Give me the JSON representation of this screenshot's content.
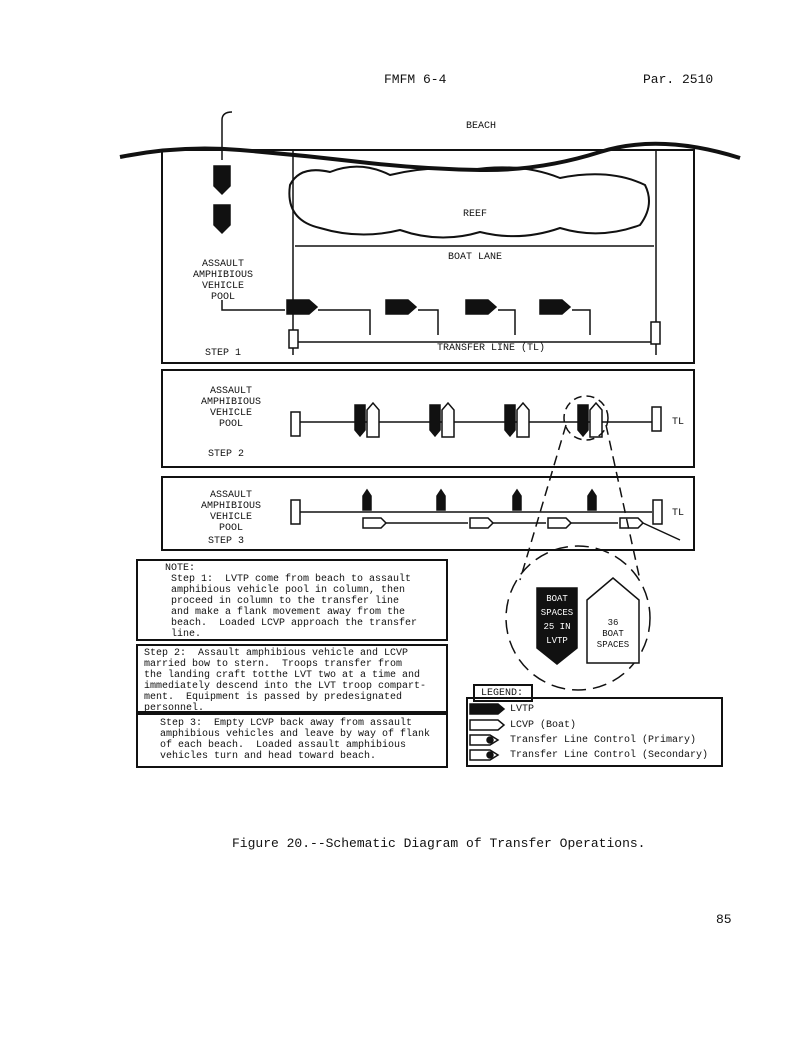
{
  "header": {
    "doc_id": "FMFM 6-4",
    "paragraph": "Par. 2510"
  },
  "diagram": {
    "beach": "BEACH",
    "reef": "REEF",
    "boat_lane": "BOAT LANE",
    "pool_label": [
      "ASSAULT",
      "AMPHIBIOUS",
      "VEHICLE",
      "POOL"
    ],
    "transfer_line": "TRANSFER     LINE    (TL)",
    "tl": "TL",
    "steps": [
      "STEP 1",
      "STEP 2",
      "STEP 3"
    ],
    "detail": {
      "lvtp_lines": [
        "BOAT",
        "SPACES",
        "25 IN",
        "LVTP"
      ],
      "lcvp_lines": [
        "36",
        "BOAT",
        "SPACES"
      ]
    }
  },
  "notes": {
    "step1": "NOTE:\n Step 1:  LVTP come from beach to assault\n amphibious vehicle pool in column, then\n proceed in column to the transfer line\n and make a flank movement away from the\n beach.  Loaded LCVP approach the transfer\n line.",
    "step2": "Step 2:  Assault amphibious vehicle and LCVP\nmarried bow to stern.  Troops transfer from\nthe landing craft totthe LVT two at a time and\nimmediately descend into the LVT troop compart-\nment.  Equipment is passed by predesignated\npersonnel.",
    "step3": "Step 3:  Empty LCVP back away from assault\namphibious vehicles and leave by way of flank\nof each beach.  Loaded assault amphibious\nvehicles turn and head toward beach."
  },
  "legend": {
    "title": "LEGEND:",
    "items": [
      "LVTP",
      "LCVP (Boat)",
      "Transfer Line Control (Primary)",
      "Transfer Line Control (Secondary)"
    ]
  },
  "caption": "Figure 20.--Schematic Diagram of Transfer Operations.",
  "page_number": "85"
}
